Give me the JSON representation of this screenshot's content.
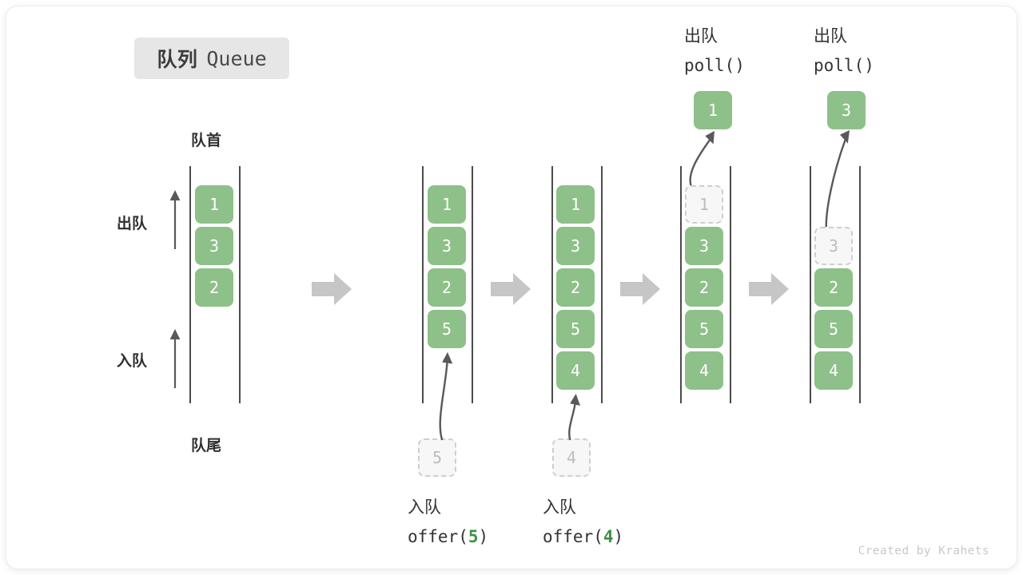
{
  "title": {
    "cn": "队列",
    "en": "Queue"
  },
  "credit": "Created by Krahets",
  "colors": {
    "element": "#8ec08a",
    "ghost_fill": "#f7f7f7",
    "ghost_border": "#cfcfcf",
    "rail": "#4b4b4b",
    "flow_arrow": "#c6c6c6",
    "accent_code": "#3f9142",
    "badge_bg": "#e6e6e6",
    "text": "#333333"
  },
  "legend": {
    "front_label": "队首",
    "back_label": "队尾",
    "dequeue_label": "出队",
    "enqueue_label": "入队"
  },
  "steps": [
    {
      "id": "initial",
      "cells": [
        {
          "value": "1",
          "state": "filled"
        },
        {
          "value": "3",
          "state": "filled"
        },
        {
          "value": "2",
          "state": "filled"
        }
      ],
      "popped": null,
      "incoming": null,
      "caption_cn": "",
      "caption_code": "",
      "caption_code_pre": "",
      "caption_code_arg": "",
      "caption_code_post": ""
    },
    {
      "id": "offer-5",
      "cells": [
        {
          "value": "1",
          "state": "filled"
        },
        {
          "value": "3",
          "state": "filled"
        },
        {
          "value": "2",
          "state": "filled"
        },
        {
          "value": "5",
          "state": "filled"
        }
      ],
      "popped": null,
      "incoming": {
        "value": "5"
      },
      "caption_cn": "入队",
      "caption_code_pre": "offer(",
      "caption_code_arg": "5",
      "caption_code_post": ")"
    },
    {
      "id": "offer-4",
      "cells": [
        {
          "value": "1",
          "state": "filled"
        },
        {
          "value": "3",
          "state": "filled"
        },
        {
          "value": "2",
          "state": "filled"
        },
        {
          "value": "5",
          "state": "filled"
        },
        {
          "value": "4",
          "state": "filled"
        }
      ],
      "popped": null,
      "incoming": {
        "value": "4"
      },
      "caption_cn": "入队",
      "caption_code_pre": "offer(",
      "caption_code_arg": "4",
      "caption_code_post": ")"
    },
    {
      "id": "poll-1",
      "cells": [
        {
          "value": "1",
          "state": "ghost"
        },
        {
          "value": "3",
          "state": "filled"
        },
        {
          "value": "2",
          "state": "filled"
        },
        {
          "value": "5",
          "state": "filled"
        },
        {
          "value": "4",
          "state": "filled"
        }
      ],
      "popped": {
        "value": "1"
      },
      "incoming": null,
      "header_cn": "出队",
      "header_code": "poll()"
    },
    {
      "id": "poll-3",
      "cells": [
        {
          "value": "",
          "state": "empty"
        },
        {
          "value": "3",
          "state": "ghost"
        },
        {
          "value": "2",
          "state": "filled"
        },
        {
          "value": "5",
          "state": "filled"
        },
        {
          "value": "4",
          "state": "filled"
        }
      ],
      "popped": {
        "value": "3"
      },
      "incoming": null,
      "header_cn": "出队",
      "header_code": "poll()"
    }
  ]
}
